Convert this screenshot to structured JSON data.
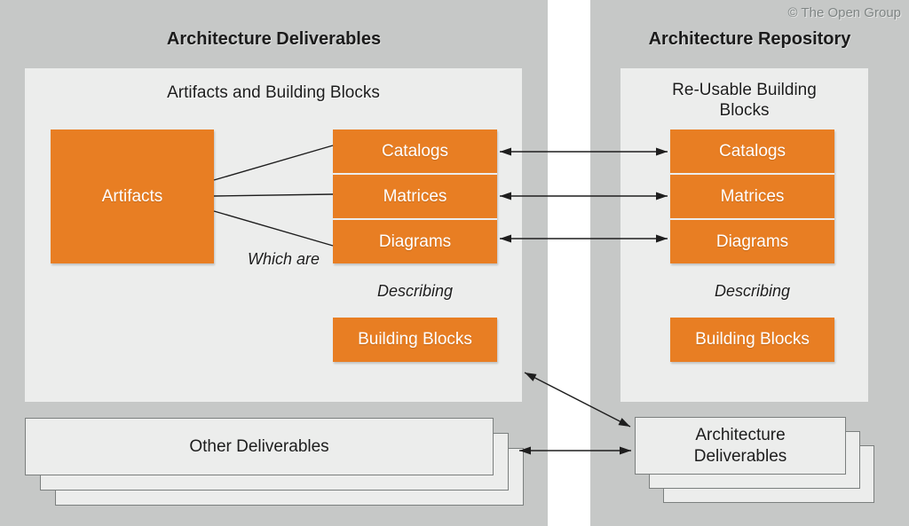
{
  "copyright": "© The Open Group",
  "colors": {
    "panel_gray": "#c6c8c7",
    "inner_panel_light": "#ecedec",
    "accent_orange": "#e87e23",
    "arrow_black": "#1e1e1e",
    "text_dark": "#1d1d1d",
    "box_border_gray": "#7b7f7e",
    "copyright_gray": "#7f8584"
  },
  "left_panel": {
    "title": "Architecture Deliverables",
    "inner_title": "Artifacts and Building Blocks",
    "artifacts_label": "Artifacts",
    "stack": [
      "Catalogs",
      "Matrices",
      "Diagrams"
    ],
    "which_are_label": "Which are",
    "describing_label": "Describing",
    "building_blocks_label": "Building Blocks",
    "other_deliverables_label": "Other Deliverables"
  },
  "right_panel": {
    "title": "Architecture Repository",
    "inner_title": "Re-Usable Building Blocks",
    "stack": [
      "Catalogs",
      "Matrices",
      "Diagrams"
    ],
    "describing_label": "Describing",
    "building_blocks_label": "Building Blocks",
    "architecture_deliverables_label": "Architecture Deliverables"
  },
  "connections": [
    "Artifacts → Catalogs, Matrices, Diagrams (lines)",
    "Catalogs ↔ Catalogs (double arrow)",
    "Matrices ↔ Matrices (double arrow)",
    "Diagrams ↔ Diagrams (double arrow)",
    "Artifacts and Building Blocks ↔ Architecture Deliverables (diagonal double arrow)",
    "Other Deliverables ↔ Architecture Deliverables (double arrow)"
  ]
}
